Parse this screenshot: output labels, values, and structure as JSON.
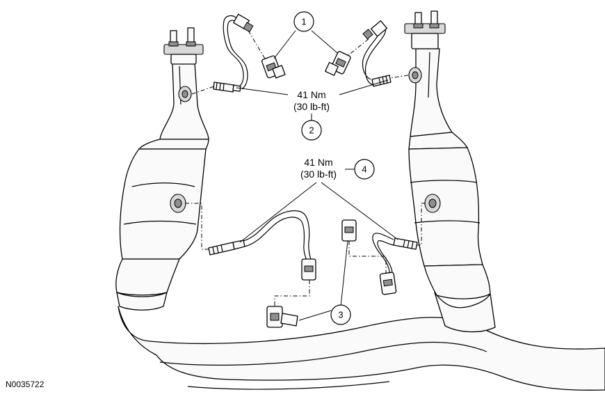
{
  "callouts": {
    "c1": "1",
    "c2": "2",
    "c3": "3",
    "c4": "4"
  },
  "torque_upstream": {
    "line1": "41 Nm",
    "line2": "(30 lb-ft)"
  },
  "torque_downstream": {
    "line1": "41 Nm",
    "line2": "(30 lb-ft)"
  },
  "figure_id": "N0035722"
}
